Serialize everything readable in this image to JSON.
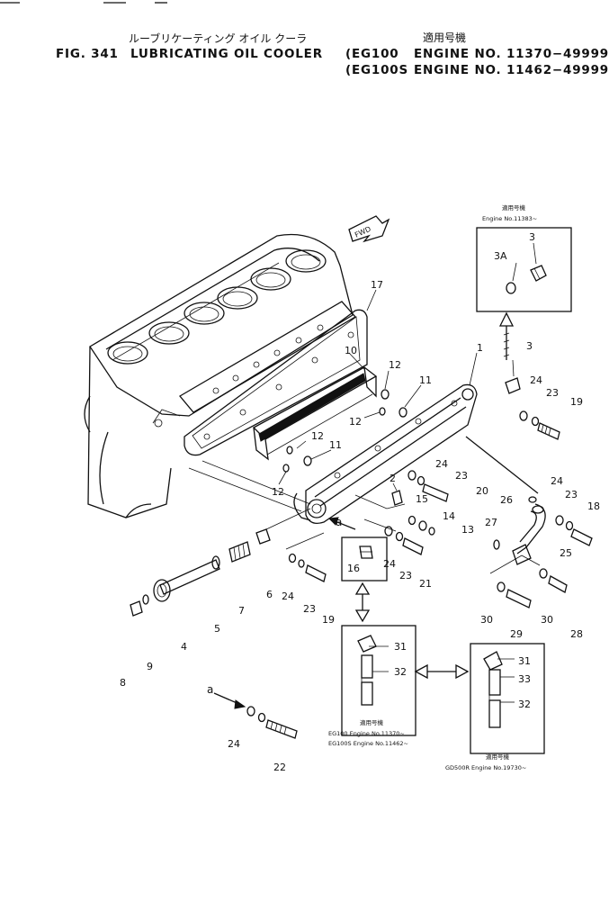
{
  "header": {
    "jp_title": "ルーブリケーティング オイル クーラ",
    "jp_applicable": "適用号機",
    "fig_label": "FIG. 341",
    "title": "LUBRICATING OIL COOLER",
    "line1_model": "(EG100",
    "line1_engine": "ENGINE NO. 11370−49999)",
    "line2_model": "(EG100S",
    "line2_engine": "ENGINE NO. 11462−49999)"
  },
  "notes": {
    "top_inset_jp": "適用号機",
    "top_inset": "Engine No.11383~",
    "fwd": "FWD",
    "left_inset_jp": "適用号機",
    "left_inset_line1": "EG100  Engine No.11370~",
    "left_inset_line2": "EG100S Engine No.11462~",
    "right_inset_jp": "適用号機",
    "right_inset": "GD500R Engine No.19730~",
    "ref_a1": "a",
    "ref_a2": "a"
  },
  "callouts": [
    "1",
    "2",
    "3",
    "3",
    "3A",
    "4",
    "5",
    "6",
    "7",
    "8",
    "9",
    "10",
    "11",
    "11",
    "12",
    "12",
    "12",
    "12",
    "13",
    "14",
    "15",
    "16",
    "17",
    "18",
    "19",
    "19",
    "20",
    "21",
    "22",
    "23",
    "23",
    "23",
    "23",
    "23",
    "24",
    "24",
    "24",
    "24",
    "24",
    "24",
    "25",
    "26",
    "27",
    "28",
    "29",
    "30",
    "30",
    "31",
    "31",
    "32",
    "32",
    "33"
  ]
}
